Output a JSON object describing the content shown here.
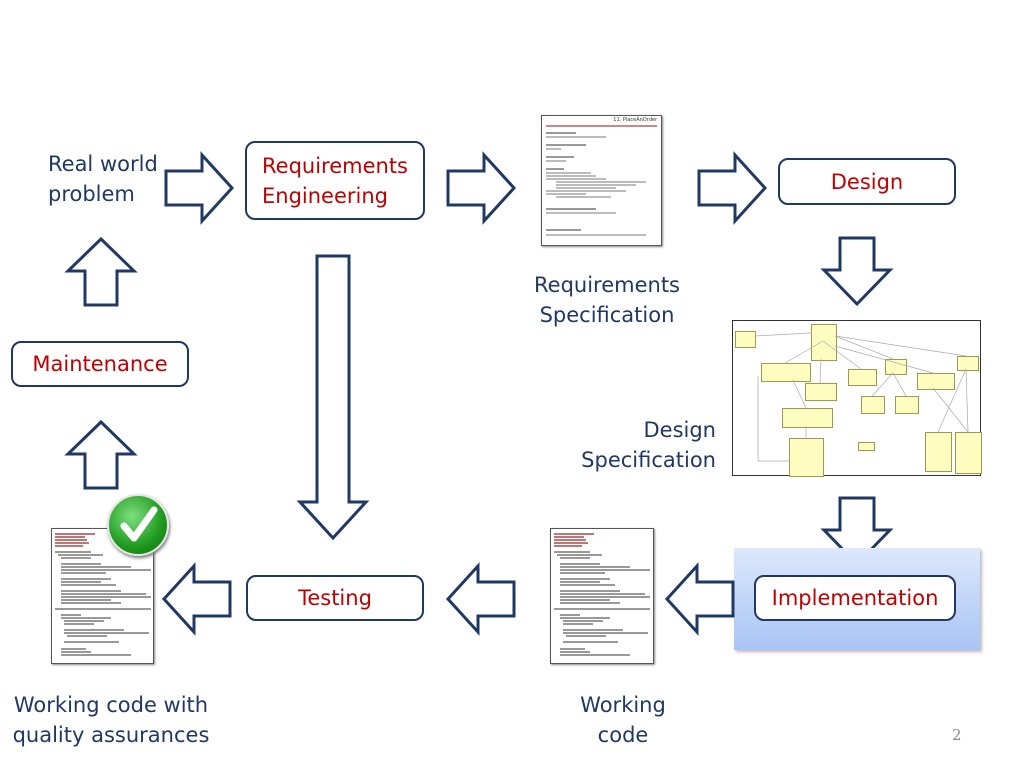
{
  "slide": {
    "page_number": "2",
    "colors": {
      "label_text": "#1f3864",
      "box_text": "#c00000",
      "box_border": "#1f3864",
      "arrow_stroke": "#1f3864",
      "highlight_gradient_top": "#dde8fb",
      "highlight_gradient_bottom": "#a9c4f5"
    }
  },
  "labels": {
    "real_world_problem": [
      "Real world",
      "problem"
    ],
    "requirements_specification": [
      "Requirements",
      "Specification"
    ],
    "design_specification": [
      "Design",
      "Specification"
    ],
    "working_code": [
      "Working",
      "code"
    ],
    "working_code_qa": [
      "Working code with",
      "quality assurances"
    ]
  },
  "boxes": {
    "requirements_engineering": [
      "Requirements",
      "Engineering"
    ],
    "design": "Design",
    "maintenance": "Maintenance",
    "testing": "Testing",
    "implementation": "Implementation"
  },
  "documents": {
    "requirements_doc_title": "11: PlaceAnOrder",
    "requirements_doc_sections": [
      "Description and Goal",
      "Actors (Int. primary actor)",
      "Preconditions",
      "Basic Flow",
      "Extensions / Variations",
      "Post conditions"
    ]
  },
  "icons": {
    "check": "checkmark-badge-icon",
    "arrows": [
      "arrow-right",
      "arrow-right",
      "arrow-right",
      "arrow-down",
      "arrow-down",
      "arrow-left",
      "arrow-left",
      "arrow-left",
      "arrow-up",
      "arrow-up",
      "arrow-down-long"
    ]
  }
}
